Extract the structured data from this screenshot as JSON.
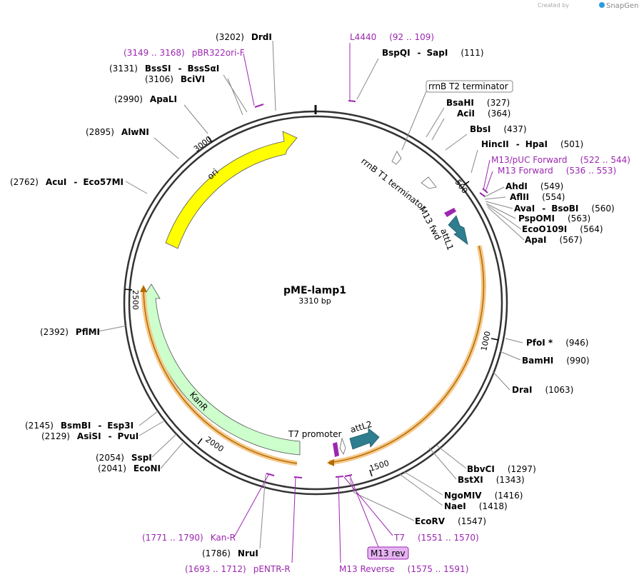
{
  "credit": {
    "prefix": "Created by",
    "brand": "SnapGene"
  },
  "plasmid": {
    "name": "pME-lamp1",
    "length_label": "3310 bp"
  },
  "ticks": [
    "500",
    "1000",
    "1500",
    "2000",
    "2500",
    "3000"
  ],
  "features": {
    "ori": "ori",
    "kanr": "KanR",
    "attl1": "attL1",
    "attl2": "attL2",
    "m13fwd": "M13 fwd",
    "t7promoter": "T7 promoter",
    "rrnbt1": "rrnB T1 terminator",
    "rrnbt2": "rrnB T2 terminator"
  },
  "sites": {
    "drdi": {
      "name": "DrdI",
      "pos": "(3202)"
    },
    "l4440": {
      "name": "L4440",
      "pos": "(92 .. 109)"
    },
    "bspqi": {
      "name": "BspQI",
      "name2": "SapI",
      "pos": "(111)"
    },
    "pbr322": {
      "name": "pBR322ori-F",
      "pos": "(3149 .. 3168)"
    },
    "bsssi": {
      "name": "BssSI",
      "name2": "BssSαI",
      "pos": "(3131)"
    },
    "bcivi": {
      "name": "BciVI",
      "pos": "(3106)"
    },
    "apali": {
      "name": "ApaLI",
      "pos": "(2990)"
    },
    "alwni": {
      "name": "AlwNI",
      "pos": "(2895)"
    },
    "acui": {
      "name": "AcuI",
      "name2": "Eco57MI",
      "pos": "(2762)"
    },
    "bsahi": {
      "name": "BsaHI",
      "pos": "(327)"
    },
    "acii": {
      "name": "AciI",
      "pos": "(364)"
    },
    "bbsi": {
      "name": "BbsI",
      "pos": "(437)"
    },
    "hincii": {
      "name": "HincII",
      "name2": "HpaI",
      "pos": "(501)"
    },
    "m13puc": {
      "name": "M13/pUC Forward",
      "pos": "(522 .. 544)"
    },
    "m13f": {
      "name": "M13 Forward",
      "pos": "(536 .. 553)"
    },
    "ahdi": {
      "name": "AhdI",
      "pos": "(549)"
    },
    "aflii": {
      "name": "AflII",
      "pos": "(554)"
    },
    "avai": {
      "name": "AvaI",
      "name2": "BsoBI",
      "pos": "(560)"
    },
    "pspomi": {
      "name": "PspOMI",
      "pos": "(563)"
    },
    "eco0109i": {
      "name": "EcoO109I",
      "pos": "(564)"
    },
    "apai": {
      "name": "ApaI",
      "pos": "(567)"
    },
    "pfoi": {
      "name": "PfoI *",
      "pos": "(946)"
    },
    "bamhi": {
      "name": "BamHI",
      "pos": "(990)"
    },
    "drai": {
      "name": "DraI",
      "pos": "(1063)"
    },
    "bbvci": {
      "name": "BbvCI",
      "pos": "(1297)"
    },
    "bstxi": {
      "name": "BstXI",
      "pos": "(1343)"
    },
    "ngomiv": {
      "name": "NgoMIV",
      "pos": "(1416)"
    },
    "naei": {
      "name": "NaeI",
      "pos": "(1418)"
    },
    "ecorv": {
      "name": "EcoRV",
      "pos": "(1547)"
    },
    "t7": {
      "name": "T7",
      "pos": "(1551 .. 1570)"
    },
    "m13rev": {
      "name": "M13 rev"
    },
    "m13reverse": {
      "name": "M13 Reverse",
      "pos": "(1575 .. 1591)"
    },
    "pfimi": {
      "name": "PflMI",
      "pos": "(2392)"
    },
    "bsmbi": {
      "name": "BsmBI",
      "name2": "Esp3I",
      "pos": "(2145)"
    },
    "asisi": {
      "name": "AsiSI",
      "name2": "PvuI",
      "pos": "(2129)"
    },
    "sspi": {
      "name": "SspI",
      "pos": "(2054)"
    },
    "econi": {
      "name": "EcoNI",
      "pos": "(2041)"
    },
    "kanr_p": {
      "name": "Kan-R",
      "pos": "(1771 .. 1790)"
    },
    "nrui": {
      "name": "NruI",
      "pos": "(1786)"
    },
    "pentr": {
      "name": "pENTR-R",
      "pos": "(1693 .. 1712)"
    }
  },
  "colors": {
    "ori": "#ffff00",
    "kanr": "#ccffcc",
    "att": "#2f7e8f",
    "primer": "#9c27b0",
    "orange": "#f0a020",
    "backbone": "#333333"
  }
}
